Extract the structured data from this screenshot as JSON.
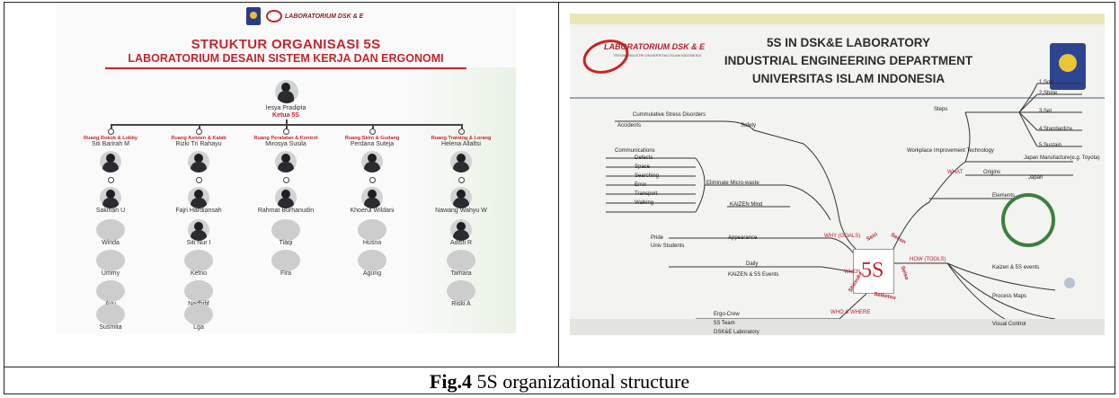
{
  "left_poster": {
    "lab_logo_text": "LABORATORIUM DSK & E",
    "title": "STRUKTUR ORGANISASI 5S",
    "subtitle": "LABORATORIUM DESAIN SISTEM KERJA DAN ERGONOMI",
    "leader": {
      "name": "Iesya Pradipta",
      "role": "Ketua 5S"
    },
    "columns": [
      {
        "room": "Ruang Rokok & Lobby",
        "head": "Siti Barirah M",
        "members": [
          "Sakinah U",
          "Winda",
          "Ummy",
          "Ayu",
          "Susmita"
        ]
      },
      {
        "room": "Ruang Asisten & Kalab",
        "head": "Rizki Tri Rahayu",
        "members": [
          "Fajri Hardiansah",
          "Siti Nur I",
          "Ketno",
          "Nadhifif",
          "Lga"
        ]
      },
      {
        "room": "Ruang Peralatan & Kontrol",
        "head": "Mirosya Susila",
        "members": [
          "Rahmat Burhanudin",
          "Tiaqi",
          "Fira"
        ]
      },
      {
        "room": "Ruang Skim & Gudang",
        "head": "Perdana Suteja",
        "members": [
          "Khoerul Wildani",
          "Husna",
          "Agung"
        ]
      },
      {
        "room": "Ruang Training & Lorang",
        "head": "Helena Allaltsi",
        "members": [
          "Nawang Wahyu W",
          "Adisti R",
          "Tamara",
          "Riski A"
        ]
      }
    ]
  },
  "right_photo": {
    "lab_logo_text": "LABORATORIUM DSK & E",
    "lab_logo_sub": "TEKNIK INDUSTRI UNIVERSITAS ISLAM INDONESIA",
    "title_lines": [
      "5S IN DSK&E LABORATORY",
      "INDUSTRIAL ENGINEERING DEPARTMENT",
      "UNIVERSITAS ISLAM INDONESIA"
    ],
    "center_label": "5S",
    "ring_words": [
      "Seiri",
      "Seiton",
      "Seiso",
      "Seiketsu",
      "Shitsuke"
    ],
    "left_nodes": [
      "Cummulative Stress Disorders",
      "Accidents",
      "Safety",
      "Communications",
      "Defects",
      "Space",
      "Searching",
      "Error",
      "Transport",
      "Walking",
      "Eliminate Micro-waste",
      "KAIZEN Mind",
      "Pride",
      "Univ Students",
      "Appearance",
      "WHY (GOALS)",
      "Daily",
      "KAIZEN & 5S Events",
      "WHEN",
      "Ergo-Crew",
      "5S Team",
      "DSK&E Laboratory",
      "WHO & WHERE"
    ],
    "right_nodes": [
      "Steps",
      "1.Sort",
      "2.Shine",
      "3.Set",
      "4.Standardize",
      "5.Sustain",
      "Workplace Improvement Technology",
      "WHAT",
      "Origins",
      "Japan Manufacture(e.g. Toyota)",
      "Japan",
      "Elements",
      "HOW (TOOLS)",
      "Kaizen & 5S events",
      "Process Maps",
      "Visual Control"
    ]
  },
  "caption": {
    "label": "Fig.4",
    "text": " 5S organizational structure"
  }
}
